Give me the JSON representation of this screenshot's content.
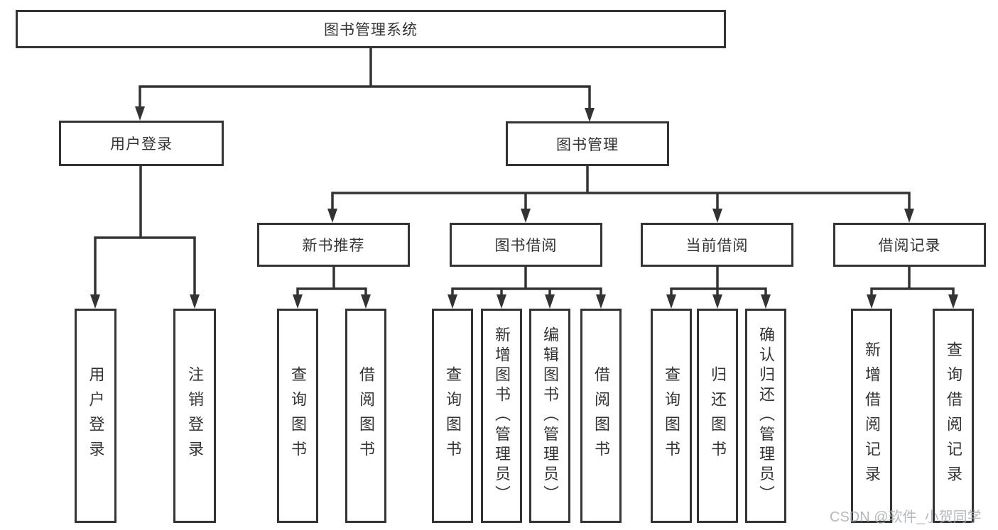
{
  "nodes": {
    "root": "图书管理系统",
    "user_login": "用户登录",
    "book_management": "图书管理",
    "new_book_recommend": "新书推荐",
    "book_borrowing": "图书借阅",
    "current_borrowing": "当前借阅",
    "borrowing_records": "借阅记录",
    "leaf_user_login": "用户登录",
    "leaf_logout": "注销登录",
    "leaf_query_books_recommend": "查询图书",
    "leaf_borrow_books_recommend": "借阅图书",
    "leaf_query_books_borrowing": "查询图书",
    "leaf_add_books_admin": "新增图书（管理员）",
    "leaf_edit_books_admin": "编辑图书（管理员）",
    "leaf_borrow_books_borrowing": "借阅图书",
    "leaf_query_books_current": "查询图书",
    "leaf_return_books": "归还图书",
    "leaf_confirm_return_admin": "确认归还（管理员）",
    "leaf_add_borrow_record": "新增借阅记录",
    "leaf_query_borrow_record": "查询借阅记录"
  },
  "watermark": "CSDN @软件_小贺同学",
  "colors": {
    "line": "#333333",
    "border": "#333333",
    "text": "#333333",
    "background": "#ffffff",
    "watermark": "#a8adb3"
  }
}
